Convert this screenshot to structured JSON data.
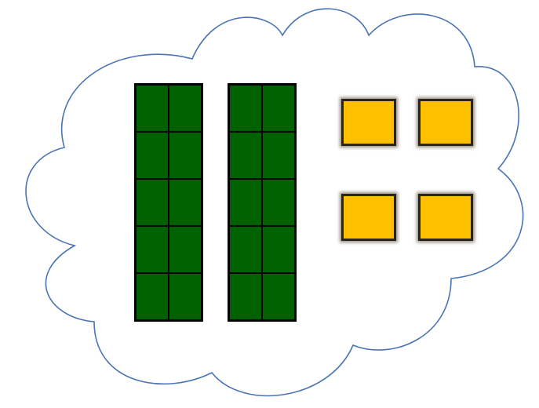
{
  "colors": {
    "cloud_outline": "#4a74b5",
    "cloud_fill": "#ffffff",
    "ten_rod_fill": "#006100",
    "unit_cube_fill": "#ffc000"
  },
  "blocks": {
    "ten_rods": 2,
    "cells_per_rod": 10,
    "unit_cubes": 4
  }
}
